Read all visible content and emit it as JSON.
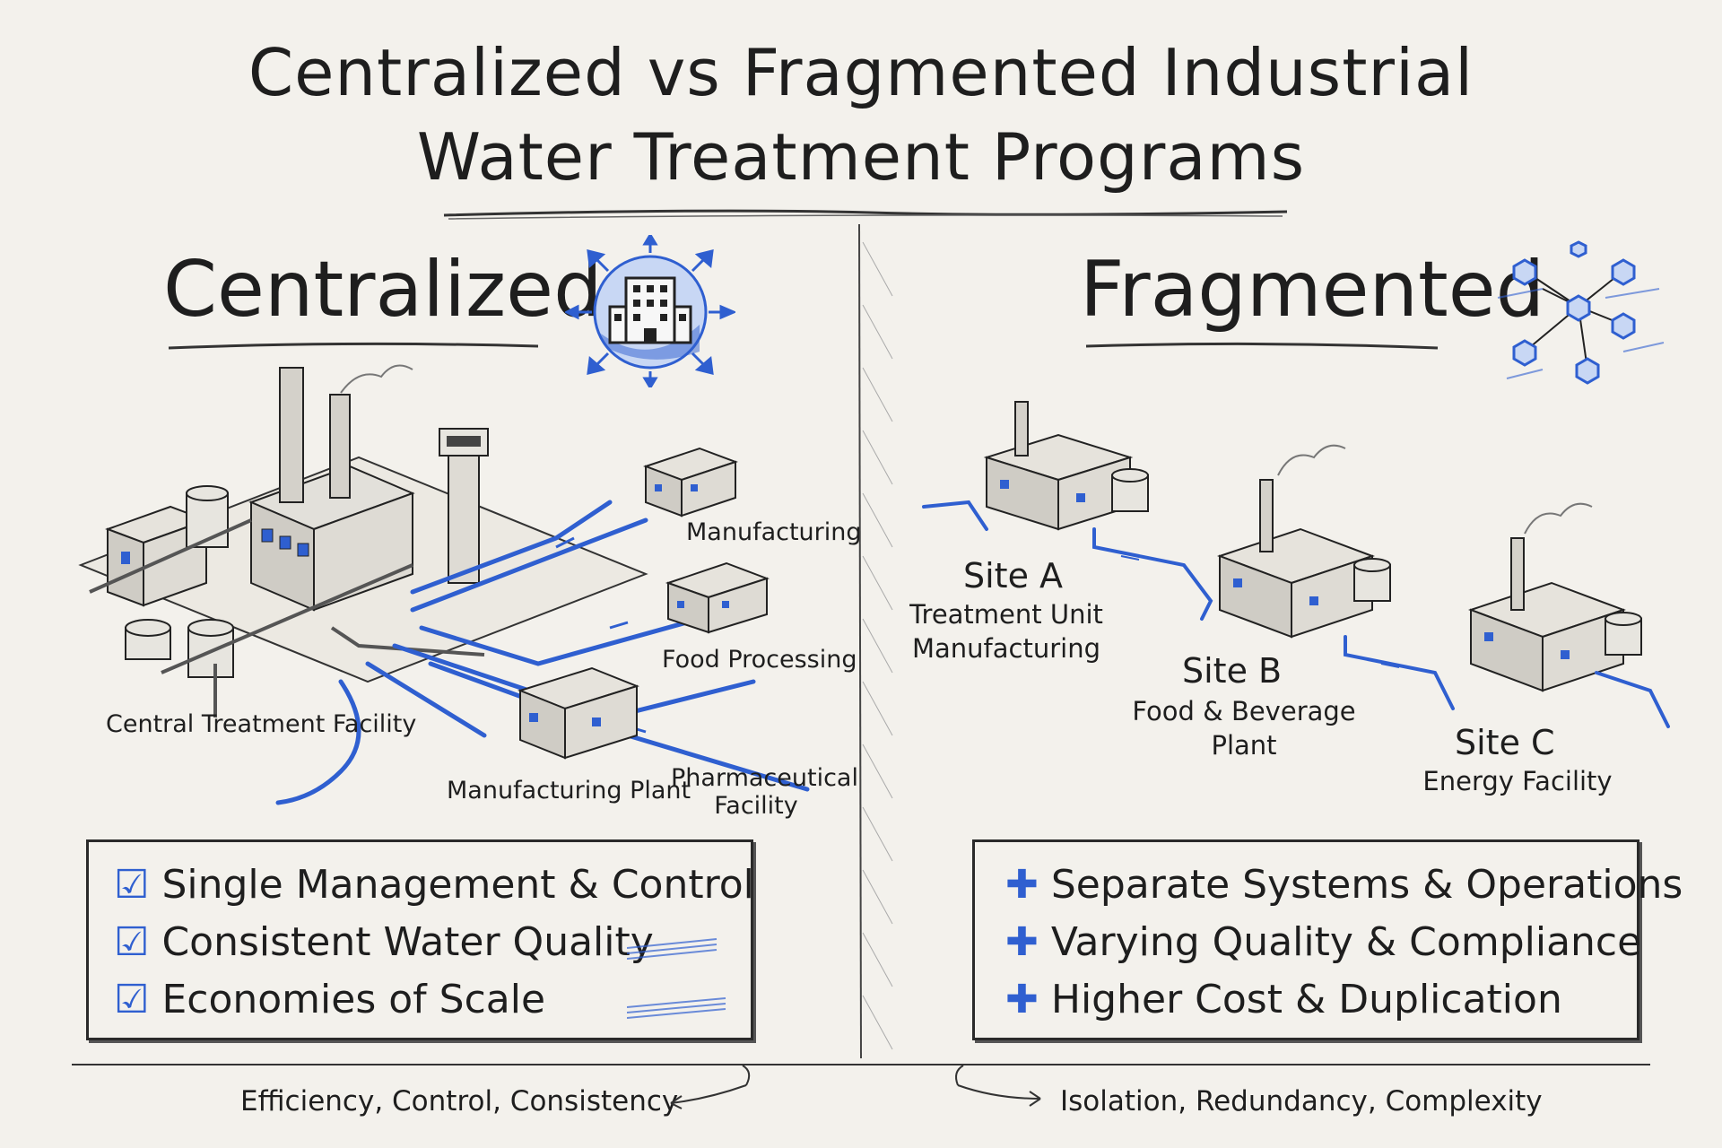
{
  "title": {
    "line1": "Centralized vs Fragmented Industrial",
    "line2": "Water Treatment Programs"
  },
  "centralized": {
    "heading": "Centralized",
    "icon": "central-building-icon",
    "hub_label": "Central Treatment Facility",
    "sites": [
      "Manufacturing",
      "Food Processing",
      "Manufacturing Plant",
      "Pharmaceutical Facility"
    ],
    "benefits": [
      "Single Management & Control",
      "Consistent Water Quality",
      "Economies of Scale"
    ],
    "benefit_icon": "checkbox-checked-icon",
    "summary": "Efficiency, Control, Consistency"
  },
  "fragmented": {
    "heading": "Fragmented",
    "icon": "network-nodes-icon",
    "sites": [
      {
        "name": "Site A",
        "desc": [
          "Treatment Unit",
          "Manufacturing"
        ]
      },
      {
        "name": "Site B",
        "desc": [
          "Food & Beverage",
          "Plant"
        ]
      },
      {
        "name": "Site C",
        "desc": [
          "Energy Facility"
        ]
      }
    ],
    "drawbacks": [
      "Separate Systems & Operations",
      "Varying Quality & Compliance",
      "Higher Cost & Duplication"
    ],
    "drawback_icon": "cross-mark-icon",
    "summary": "Isolation, Redundancy, Complexity"
  },
  "colors": {
    "ink": "#1e1e1e",
    "accent_blue": "#2f5fd0",
    "paper": "#f3f1ec"
  }
}
